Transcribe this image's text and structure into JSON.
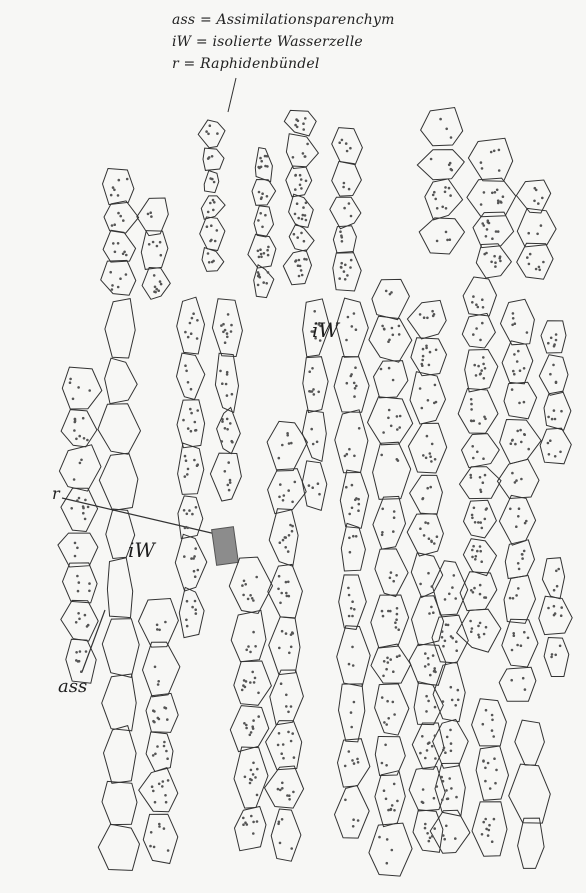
{
  "legend": {
    "line1": "ass = Assimilationsparenchym",
    "line2": "iW = isolierte Wasserzelle",
    "line3": "r = Raphidenbündel"
  },
  "labels": {
    "iw_upper": "iW",
    "iw_lower": "iW",
    "r": "r",
    "ass": "ass"
  },
  "colors": {
    "ink": "#333333",
    "paper": "#f7f7f5",
    "raphide": "#8c8c8c"
  }
}
